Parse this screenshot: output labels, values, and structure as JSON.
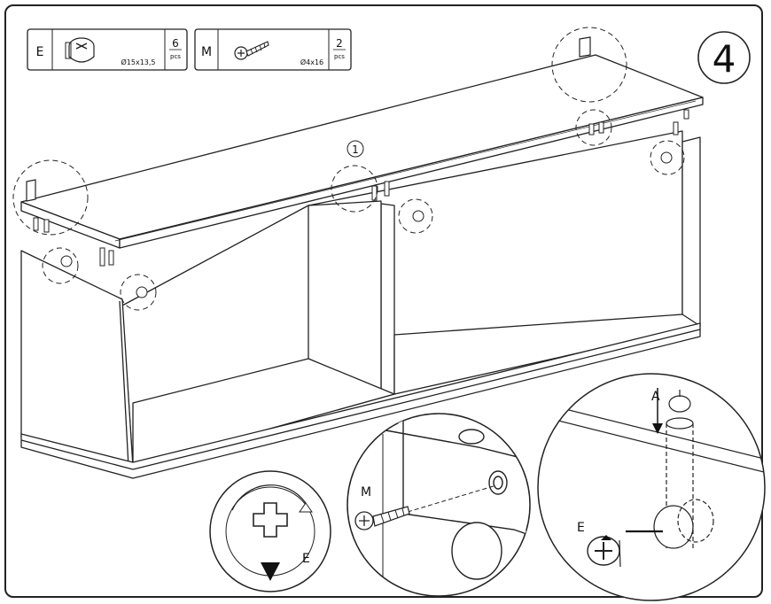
{
  "step": {
    "number": "4"
  },
  "parts": [
    {
      "letter": "E",
      "size": "Ø15x13,5",
      "qty": "6",
      "unit": "pcs",
      "icon": "cam-lock-icon"
    },
    {
      "letter": "M",
      "size": "Ø4x16",
      "qty": "2",
      "unit": "pcs",
      "icon": "screw-icon"
    }
  ],
  "callouts": {
    "panel_marker": "1",
    "detail_arrow_letter": "A",
    "cam_letter": "E",
    "screw_letter": "M",
    "turn_letter": "E"
  }
}
